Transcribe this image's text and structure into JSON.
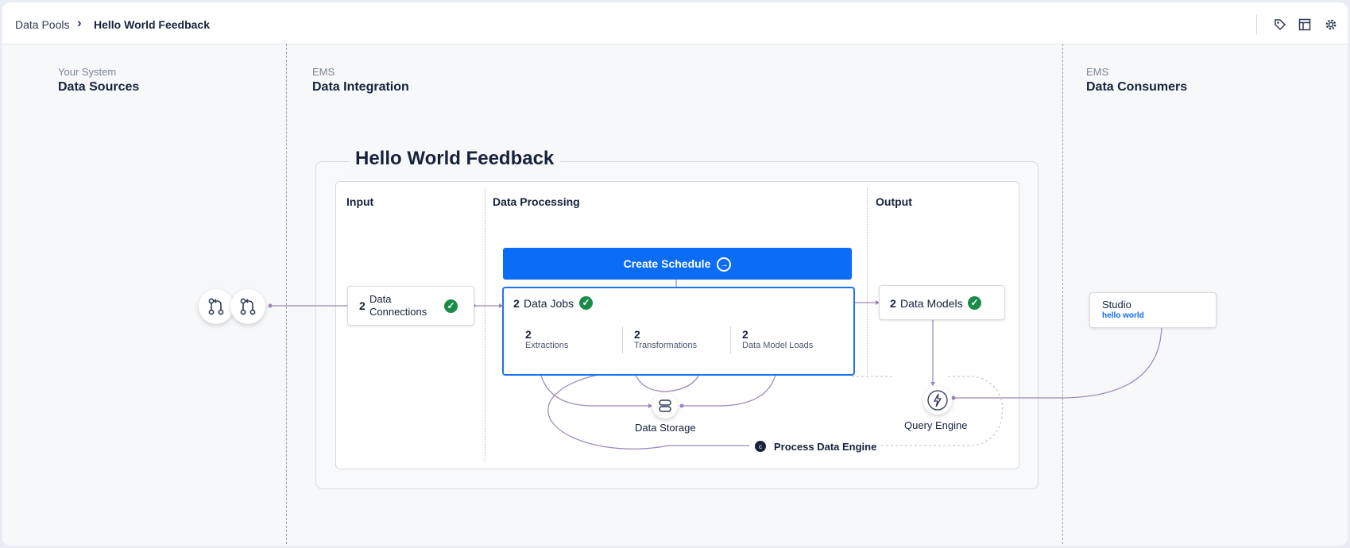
{
  "breadcrumb": {
    "parent": "Data Pools",
    "separator": "›",
    "current": "Hello World Feedback"
  },
  "toolbar": {
    "icons": [
      "tag-icon",
      "table-icon",
      "gear-icon"
    ]
  },
  "columns": {
    "sources": {
      "subtitle": "Your System",
      "title": "Data Sources"
    },
    "integration": {
      "subtitle": "EMS",
      "title": "Data Integration"
    },
    "consumers": {
      "subtitle": "EMS",
      "title": "Data Consumers"
    }
  },
  "pool": {
    "title": "Hello World Feedback",
    "sections": {
      "input": "Input",
      "processing": "Data Processing",
      "output": "Output"
    },
    "connections": {
      "count": "2",
      "label_line1": "Data",
      "label_line2": "Connections"
    },
    "schedule_button": "Create Schedule",
    "jobs": {
      "count": "2",
      "label": "Data Jobs",
      "metrics": [
        {
          "value": "2",
          "label": "Extractions"
        },
        {
          "value": "2",
          "label": "Transformations"
        },
        {
          "value": "2",
          "label": "Data Model Loads"
        }
      ]
    },
    "models": {
      "count": "2",
      "label": "Data Models"
    },
    "storage": "Data Storage",
    "query_engine": "Query Engine",
    "engine": "Process Data Engine"
  },
  "consumer": {
    "title": "Studio",
    "link": "hello world"
  },
  "colors": {
    "accent": "#0b6cf5",
    "success": "#1a8c4a",
    "connector": "#9b86b8",
    "text": "#16223c"
  }
}
